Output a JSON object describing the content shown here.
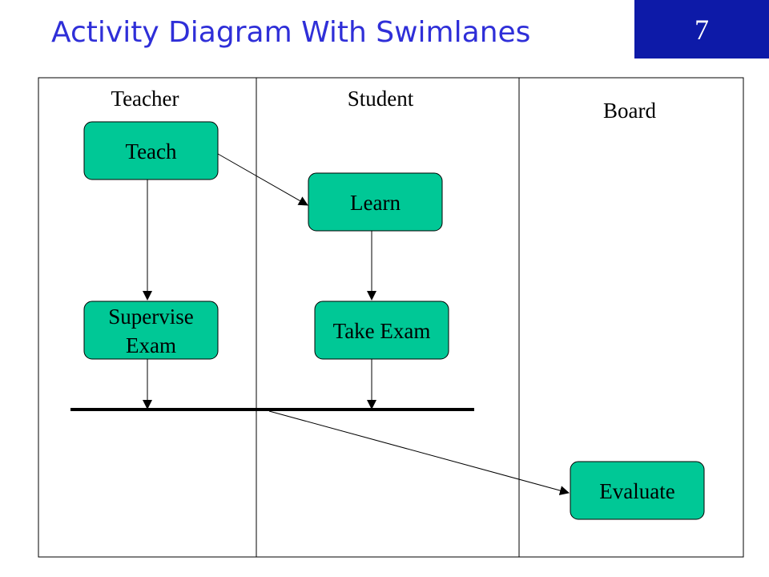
{
  "slide": {
    "title": "Activity Diagram With Swimlanes",
    "page_number": "7"
  },
  "colors": {
    "title": "#2f2fd8",
    "page_box": "#0d1aa8",
    "activity_fill": "#00c896",
    "line": "#000000"
  },
  "swimlanes": [
    {
      "label": "Teacher"
    },
    {
      "label": "Student"
    },
    {
      "label": "Board"
    }
  ],
  "activities": {
    "teach": {
      "label": "Teach"
    },
    "learn": {
      "label": "Learn"
    },
    "supervise": {
      "line1": "Supervise",
      "line2": "Exam"
    },
    "take_exam": {
      "label": "Take Exam"
    },
    "evaluate": {
      "label": "Evaluate"
    }
  }
}
